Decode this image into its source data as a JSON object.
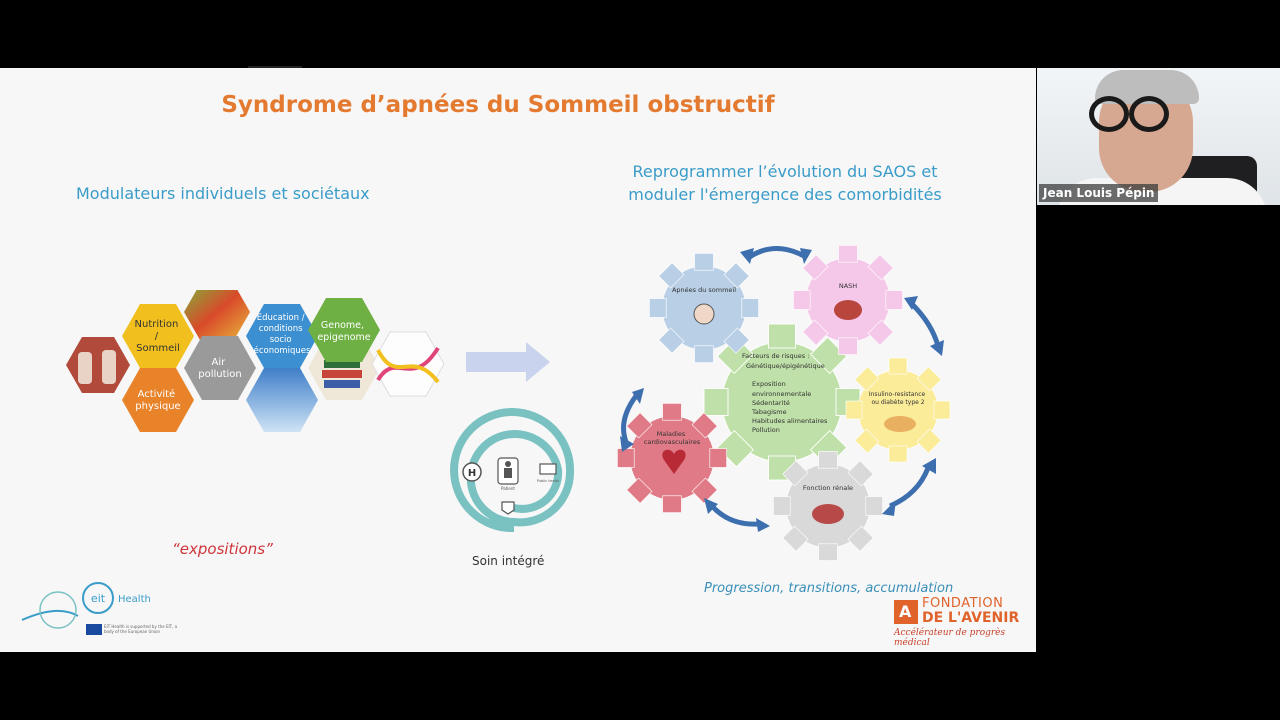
{
  "slide": {
    "title": "Syndrome d’apnées du Sommeil obstructif",
    "subtitle_left": "Modulateurs individuels et  sociétaux",
    "subtitle_right_line1": "Reprogrammer l’évolution du SAOS et",
    "subtitle_right_line2": "moduler l'émergence des comorbidités",
    "exposures": "“expositions”",
    "integrated_care": "Soin intégré",
    "progression": "Progression, transitions, accumulation"
  },
  "hexagons": {
    "nutrition_line1": "Nutrition",
    "nutrition_line2": "/",
    "nutrition_line3": "Sommeil",
    "activity_line1": "Activité",
    "activity_line2": "physique",
    "air_line1": "Air",
    "air_line2": "pollution",
    "education_line1": "Education /",
    "education_line2": "conditions",
    "education_line3": "socio",
    "education_line4": "économiques",
    "genome_line1": "Genome,",
    "genome_line2": "epigenome"
  },
  "gears": {
    "center_title1": "Facteurs de risques :",
    "center_title2": "Génétique/épigénétique",
    "center_items": [
      "Exposition",
      "environnementale",
      "Sédentarité",
      "Tabagisme",
      "Habitudes alimentaires",
      "Pollution"
    ],
    "apnea": "Apnées du sommeil",
    "nash": "NASH",
    "insulin_line1": "Insulino-resistance",
    "insulin_line2": "ou diabète type 2",
    "renal": "Fonction rénale",
    "cardio_line1": "Maladies",
    "cardio_line2": "cardiovasculaires"
  },
  "spiral_labels": {
    "patient": "Patient",
    "public": "Public health"
  },
  "logos": {
    "eit": "eit",
    "health": "Health",
    "eit_note": "EIT Health is supported by the EIT, a body of the European Union",
    "fondation_line1": "FONDATION",
    "fondation_line2": "DE L'AVENIR",
    "fondation_line3": "Accélérateur de progrès médical",
    "fondation_mark": "A"
  },
  "video": {
    "participant_name": "Jean Louis Pépin"
  },
  "colors": {
    "title": "#e47a30",
    "subtitle": "#3a9cc9",
    "exposures": "#d0343a",
    "hex_yellow": "#f2c01e",
    "hex_orange": "#e8832a",
    "hex_gray": "#9a9a9a",
    "hex_blue": "#3c8fd0",
    "hex_green": "#6eb043",
    "gear_center": "#bfe0a8",
    "gear_apnea": "#b8cfe6",
    "gear_nash": "#f5c8ea",
    "gear_insulin": "#fbec9a",
    "gear_renal": "#d9d9d9",
    "gear_cardio": "#e07a86",
    "arrow_blue": "#3d6faf"
  }
}
